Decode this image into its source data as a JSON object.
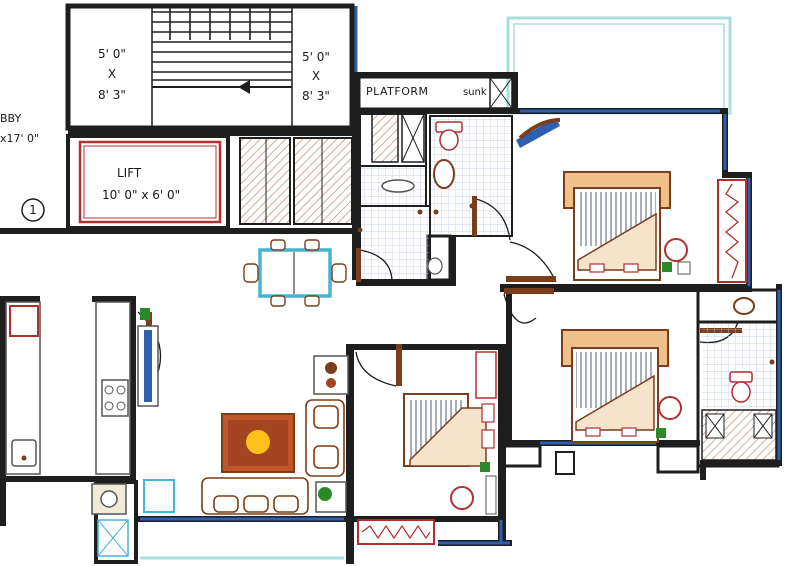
{
  "labels": {
    "staircase_left": {
      "line1": "5' 0\"",
      "line2": "X",
      "line3": "8' 3\""
    },
    "staircase_right": {
      "line1": "5' 0\"",
      "line2": "X",
      "line3": "8' 3\""
    },
    "platform": "PLATFORM",
    "sunk": "sunk",
    "lift": "LIFT",
    "lift_size": "10' 0\" x 6' 0\"",
    "lobby_top": "BBY",
    "lobby_size": "x17' 0\"",
    "grid_marker": "1"
  },
  "colors": {
    "wall": "#1e1e1e",
    "window": "#2f5fb0",
    "balcony_rail": "#a8dede",
    "lift_frame": "#b03030",
    "wood": "#7a3e1c",
    "bed_frame": "#f0c08a",
    "mattress": "#a9b3c8",
    "tile": "#b9c6e4",
    "plant": "#2a8a2a",
    "dining_outline": "#46b4d2"
  }
}
